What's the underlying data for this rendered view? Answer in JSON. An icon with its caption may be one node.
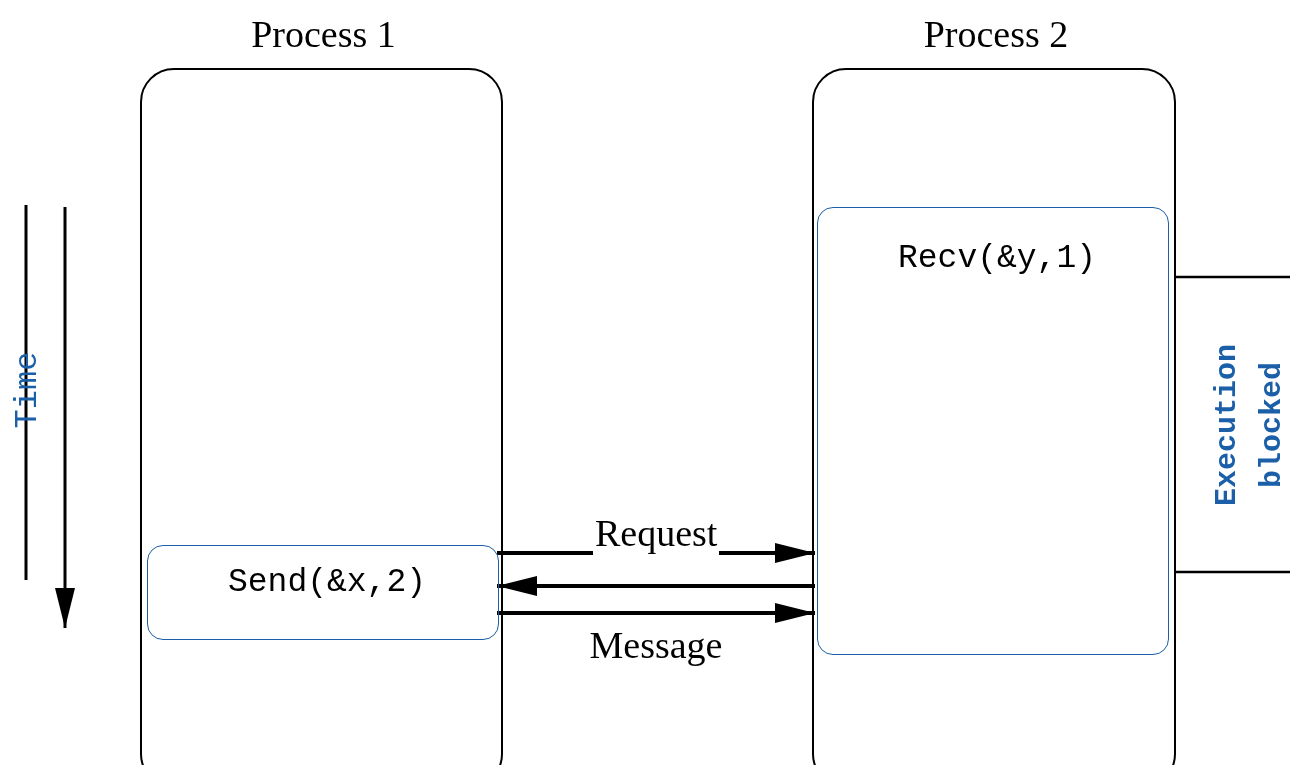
{
  "diagram": {
    "nodes": [
      {
        "text": [
          "Process 1"
        ]
      },
      {
        "text": [
          "Send(&x,2)"
        ],
        "in": 0
      },
      {
        "text": [
          "Process 2"
        ]
      },
      {
        "text": [
          "Recv(&y,1)"
        ],
        "in": 2
      }
    ],
    "edges": [
      {
        "from": 1,
        "to": 3,
        "arrow": "to",
        "label": "Request"
      },
      {
        "from": 3,
        "to": 1,
        "arrow": "to"
      },
      {
        "from": 1,
        "to": 3,
        "arrow": "to",
        "label": "Message"
      }
    ],
    "labels": [
      "Time",
      "Execution blocked"
    ]
  }
}
